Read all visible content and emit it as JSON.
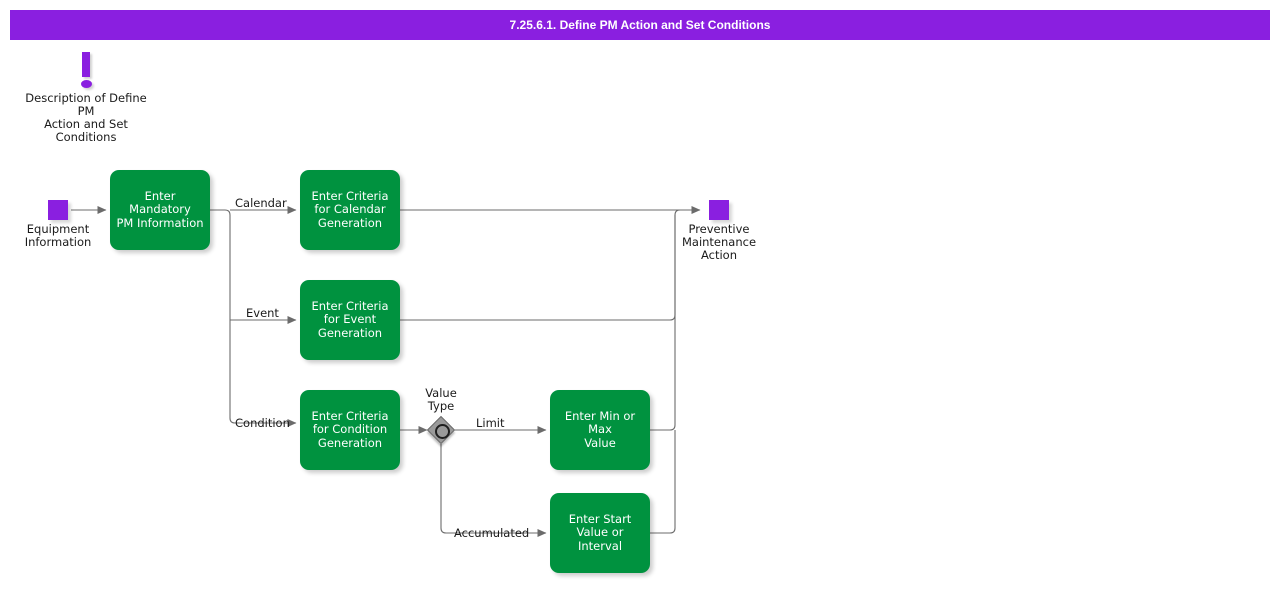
{
  "header": {
    "title": "7.25.6.1. Define PM Action and Set Conditions",
    "background_color": "#8A1FE0",
    "text_color": "#FFFFFF"
  },
  "colors": {
    "accent_purple": "#8A1FE0",
    "activity_green": "#00923F",
    "gateway_gray": "#9A9A9A",
    "connector_gray": "#6B6B6B",
    "canvas": "#FFFFFF"
  },
  "diagram": {
    "type": "flowchart",
    "annotation": {
      "icon": "exclamation-mark-icon",
      "label": "Description of Define PM\nAction and Set\nConditions"
    },
    "data_nodes": [
      {
        "id": "equipment-information",
        "label": "Equipment\nInformation",
        "icon": "data-object-square-icon",
        "role": "input"
      },
      {
        "id": "preventive-maintenance-action",
        "label": "Preventive\nMaintenance\nAction",
        "icon": "data-object-square-icon",
        "role": "output"
      }
    ],
    "activities": [
      {
        "id": "enter-mandatory-pm-information",
        "label": "Enter Mandatory\nPM Information"
      },
      {
        "id": "enter-criteria-for-calendar-generation",
        "label": "Enter Criteria\nfor Calendar\nGeneration"
      },
      {
        "id": "enter-criteria-for-event-generation",
        "label": "Enter Criteria\nfor Event\nGeneration"
      },
      {
        "id": "enter-criteria-for-condition-generation",
        "label": "Enter Criteria\nfor Condition\nGeneration"
      },
      {
        "id": "enter-min-or-max-value",
        "label": "Enter Min or Max\nValue"
      },
      {
        "id": "enter-start-value-or-interval",
        "label": "Enter Start\nValue or\nInterval"
      }
    ],
    "gateways": [
      {
        "id": "value-type",
        "label": "Value\nType",
        "shape": "diamond-with-circle"
      }
    ],
    "edge_labels": [
      {
        "id": "calendar",
        "label": "Calendar"
      },
      {
        "id": "event",
        "label": "Event"
      },
      {
        "id": "condition",
        "label": "Condition"
      },
      {
        "id": "limit",
        "label": "Limit"
      },
      {
        "id": "accumulated",
        "label": "Accumulated"
      }
    ]
  }
}
